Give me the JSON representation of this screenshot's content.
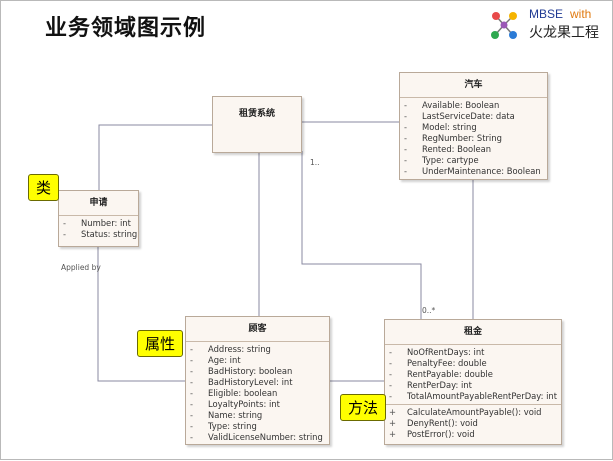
{
  "title": "业务领域图示例",
  "logo": {
    "brand_a": "MBSE",
    "brand_b": "with",
    "brand_c": "火龙果工程"
  },
  "classes": {
    "rental_system": {
      "name": "租赁系统"
    },
    "car": {
      "name": "汽车",
      "attributes": [
        {
          "vis": "-",
          "text": "Available: Boolean"
        },
        {
          "vis": "-",
          "text": "LastServiceDate: data"
        },
        {
          "vis": "-",
          "text": "Model: string"
        },
        {
          "vis": "-",
          "text": "RegNumber: String"
        },
        {
          "vis": "-",
          "text": "Rented: Boolean"
        },
        {
          "vis": "-",
          "text": "Type: cartype"
        },
        {
          "vis": "-",
          "text": "UnderMaintenance: Boolean"
        }
      ]
    },
    "application": {
      "name": "申请",
      "attributes": [
        {
          "vis": "-",
          "text": "Number: int"
        },
        {
          "vis": "-",
          "text": "Status: string"
        }
      ]
    },
    "customer": {
      "name": "顾客",
      "attributes": [
        {
          "vis": "-",
          "text": "Address: string"
        },
        {
          "vis": "-",
          "text": "Age: int"
        },
        {
          "vis": "-",
          "text": "BadHistory: boolean"
        },
        {
          "vis": "-",
          "text": "BadHistoryLevel: int"
        },
        {
          "vis": "-",
          "text": "Eligible: boolean"
        },
        {
          "vis": "-",
          "text": "LoyaltyPoints: int"
        },
        {
          "vis": "-",
          "text": "Name: string"
        },
        {
          "vis": "-",
          "text": "Type: string"
        },
        {
          "vis": "-",
          "text": "ValidLicenseNumber: string"
        }
      ]
    },
    "rent": {
      "name": "租金",
      "attributes": [
        {
          "vis": "-",
          "text": "NoOfRentDays: int"
        },
        {
          "vis": "-",
          "text": "PenaltyFee: double"
        },
        {
          "vis": "-",
          "text": "RentPayable: double"
        },
        {
          "vis": "-",
          "text": "RentPerDay: int"
        },
        {
          "vis": "-",
          "text": "TotalAmountPayableRentPerDay: int"
        }
      ],
      "operations": [
        {
          "vis": "+",
          "text": "CalculateAmountPayable(): void"
        },
        {
          "vis": "+",
          "text": "DenyRent(): void"
        },
        {
          "vis": "+",
          "text": "PostError(): void"
        }
      ]
    }
  },
  "labels": {
    "applied_by": "Applied by",
    "mult_one": "1..",
    "mult_many": "0..*"
  },
  "callouts": {
    "class": "类",
    "attribute": "属性",
    "method": "方法"
  }
}
